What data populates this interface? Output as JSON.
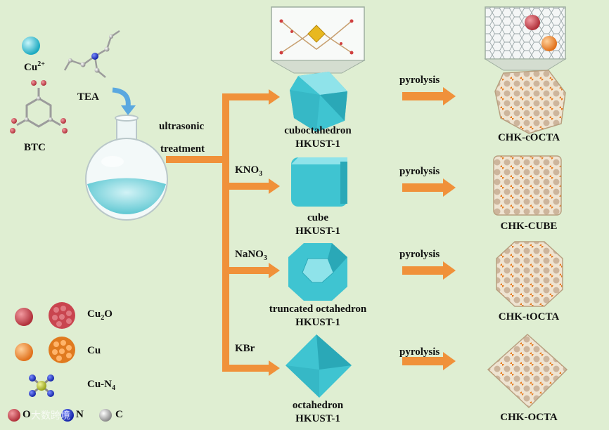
{
  "reagents": {
    "cu_ion_label": "Cu",
    "cu_ion_charge": "2+",
    "tea_label": "TEA",
    "btc_label": "BTC"
  },
  "process": {
    "main_label_line1": "ultrasonic",
    "main_label_line2": "treatment",
    "additives": [
      {
        "label": "KNO",
        "sub": "3"
      },
      {
        "label": "NaNO",
        "sub": "3"
      },
      {
        "label": "KBr",
        "sub": ""
      }
    ],
    "pyrolysis_label": "pyrolysis"
  },
  "mofs": [
    {
      "shape": "cuboctahedron",
      "material": "HKUST-1"
    },
    {
      "shape": "cube",
      "material": "HKUST-1"
    },
    {
      "shape": "truncated octahedron",
      "material": "HKUST-1"
    },
    {
      "shape": "octahedron",
      "material": "HKUST-1"
    }
  ],
  "products": [
    "CHK-cOCTA",
    "CHK-CUBE",
    "CHK-tOCTA",
    "CHK-OCTA"
  ],
  "legend": {
    "cu2o": {
      "base": "Cu",
      "sub": "2",
      "tail": "O"
    },
    "cu": "Cu",
    "cun4": {
      "base": "Cu-N",
      "sub": "4"
    },
    "atoms": [
      "O",
      "N",
      "C"
    ]
  },
  "watermark": "大数跨境",
  "colors": {
    "background": "#dfeed2",
    "arrow": "#f0913a",
    "crystal": "#3fc4d1",
    "cu2o": "#c9454f",
    "cu": "#f08a2c",
    "carbon": "#e8dcc8"
  }
}
